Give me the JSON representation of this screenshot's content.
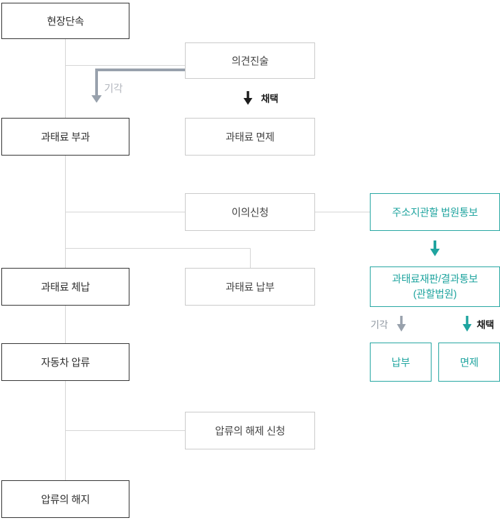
{
  "diagram": {
    "title_hint": "과태료 처리 절차 흐름도",
    "nodes": {
      "field_enforcement": "현장단속",
      "opinion_statement": "의견진술",
      "fine_imposition": "과태료 부과",
      "fine_exemption": "과태료 면제",
      "objection": "이의신청",
      "court_notification": "주소지관할 법원통보",
      "fine_trial_result": "과태료재판/결과통보\n(관할법원)",
      "fine_delinquency": "과태료 체납",
      "fine_payment": "과태료 납부",
      "payment": "납부",
      "exemption": "면제",
      "vehicle_seizure": "자동차 압류",
      "seizure_release_request": "압류의 해제 신청",
      "seizure_termination": "압류의 해지"
    },
    "edge_labels": {
      "reject_top": "기각",
      "adopt_top": "채택",
      "reject_bottom": "기각",
      "adopt_bottom": "채택"
    },
    "colors": {
      "teal_accent": "#1fa49f",
      "dark_border": "#2e2e2e",
      "gray_border": "#c9c9c9",
      "connector_line": "#d4d4d4",
      "thick_arrow_gray": "#98a1ac"
    }
  }
}
